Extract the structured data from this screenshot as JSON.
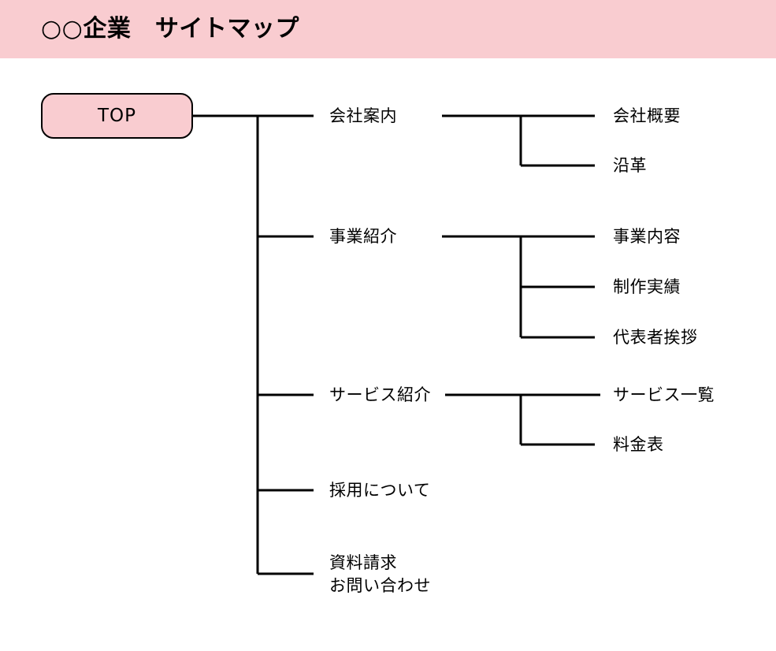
{
  "header": {
    "title": "○○企業　サイトマップ",
    "background_color": "#f9ccd0",
    "text_color": "#000000"
  },
  "colors": {
    "accent_pink": "#f9ccd0",
    "line": "#000000",
    "page_background": "#ffffff"
  },
  "root": {
    "label": "TOP",
    "fill_color": "#f9ccd0",
    "border_color": "#000000"
  },
  "sitemap": {
    "level2": [
      {
        "label": "会社案内",
        "children": [
          {
            "label": "会社概要"
          },
          {
            "label": "沿革"
          }
        ]
      },
      {
        "label": "事業紹介",
        "children": [
          {
            "label": "事業内容"
          },
          {
            "label": "制作実績"
          },
          {
            "label": "代表者挨拶"
          }
        ]
      },
      {
        "label": "サービス紹介",
        "children": [
          {
            "label": "サービス一覧"
          },
          {
            "label": "料金表"
          }
        ]
      },
      {
        "label": "採用について",
        "children": []
      },
      {
        "label": "資料請求\nお問い合わせ",
        "children": []
      }
    ]
  }
}
